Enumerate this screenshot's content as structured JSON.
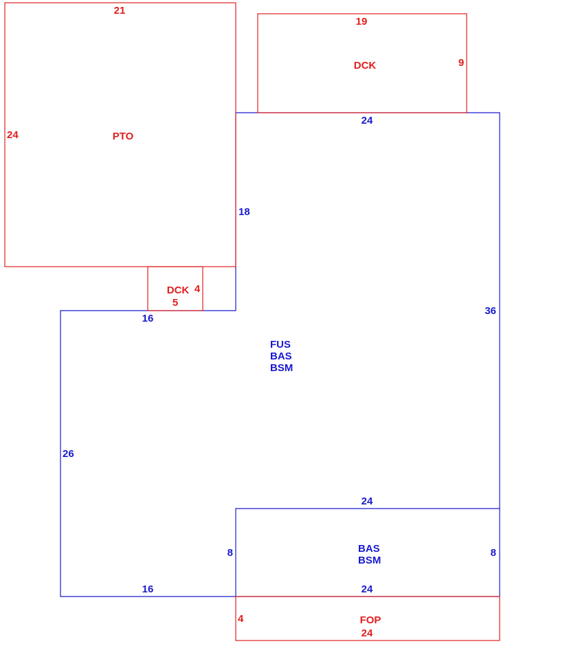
{
  "colors": {
    "red": "#e01e1e",
    "blue": "#1a1ad0"
  },
  "areas": {
    "pto": {
      "label": "PTO",
      "dims": {
        "top": "21",
        "left": "24"
      }
    },
    "dck_top": {
      "label": "DCK",
      "dims": {
        "top": "19",
        "right": "9"
      }
    },
    "dck_small": {
      "label": "DCK",
      "dims": {
        "right": "4",
        "bottom": "5"
      }
    },
    "main": {
      "labels": [
        "FUS",
        "BAS",
        "BSM"
      ],
      "dims": {
        "top": "24",
        "notch_right": "18",
        "right": "36",
        "notch_top": "16",
        "left": "26",
        "bottom_left": "16"
      }
    },
    "bas_lower": {
      "labels": [
        "BAS",
        "BSM"
      ],
      "dims": {
        "top": "24",
        "left": "8",
        "right": "8",
        "bottom": "24"
      }
    },
    "fop": {
      "label": "FOP",
      "dims": {
        "left": "4",
        "bottom": "24"
      }
    }
  }
}
